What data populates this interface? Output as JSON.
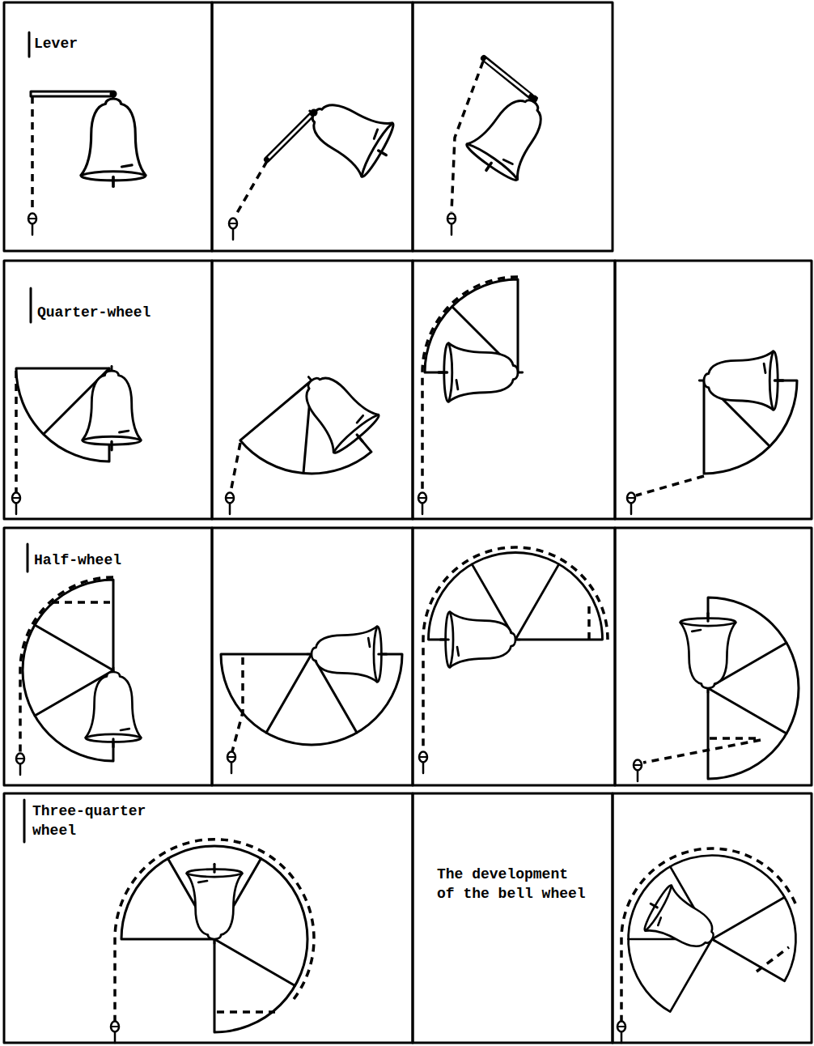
{
  "diagram": {
    "caption": "The development of the bell wheel",
    "labels": [
      "Lever",
      "Quarter-wheel",
      "Half-wheel",
      "Three-quarter wheel"
    ]
  }
}
